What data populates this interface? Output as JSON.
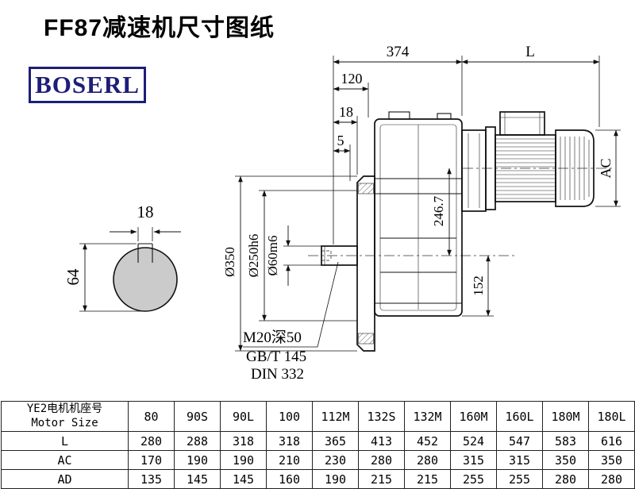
{
  "page": {
    "title": "FF87减速机尺寸图纸",
    "brand": "BOSERL"
  },
  "drawing": {
    "dims": {
      "total_length": "374",
      "motor_length": "L",
      "d120": "120",
      "d18": "18",
      "d5": "5",
      "motor_diameter": "AC",
      "center_height": "246.7",
      "flange_diameter": "Ø350",
      "spigot_diameter": "Ø250h6",
      "shaft_diameter": "Ø60m6",
      "d152": "152",
      "key_width": "18",
      "key_height": "64"
    },
    "notes": {
      "tap": "M20深50",
      "std1": "GB/T 145",
      "std2": "DIN 332"
    }
  },
  "table": {
    "header_cn": "YE2电机机座号",
    "header_en": "Motor Size",
    "columns": [
      "80",
      "90S",
      "90L",
      "100",
      "112M",
      "132S",
      "132M",
      "160M",
      "160L",
      "180M",
      "180L"
    ],
    "rows": [
      {
        "label": "L",
        "values": [
          "280",
          "288",
          "318",
          "318",
          "365",
          "413",
          "452",
          "524",
          "547",
          "583",
          "616"
        ]
      },
      {
        "label": "AC",
        "values": [
          "170",
          "190",
          "190",
          "210",
          "230",
          "280",
          "280",
          "315",
          "315",
          "350",
          "350"
        ]
      },
      {
        "label": "AD",
        "values": [
          "135",
          "145",
          "145",
          "160",
          "190",
          "215",
          "215",
          "255",
          "255",
          "280",
          "280"
        ]
      }
    ]
  }
}
